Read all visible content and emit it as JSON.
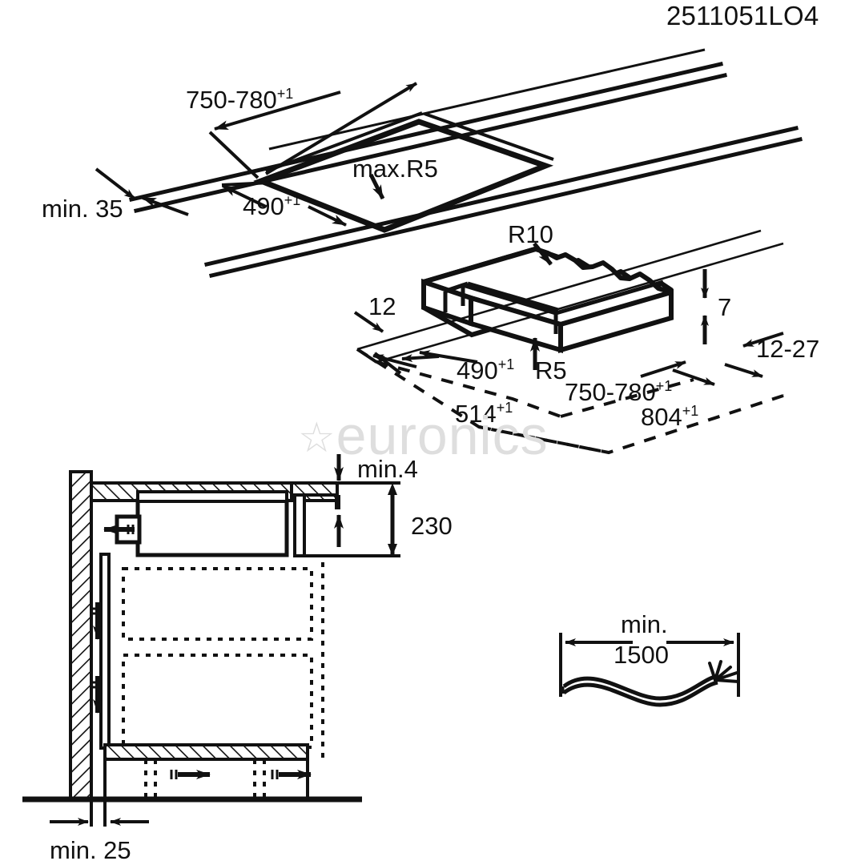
{
  "document": {
    "code": "2511051LO4",
    "watermark": "euronics",
    "watermark_icon": "star-icon",
    "type": "installation-dimension-drawing",
    "units": "mm",
    "line_color": "#111111",
    "background_color": "#ffffff",
    "watermark_color": "#dedede"
  },
  "views": {
    "worktop_cutout": {
      "name": "worktop-cutout-isometric-view",
      "labels": {
        "width": "750-780",
        "width_tol": "+1",
        "depth": "490",
        "depth_tol": "+1",
        "corner_radius": "max.R5",
        "front_edge": "min. 35"
      }
    },
    "hob_body": {
      "name": "hob-body-isometric-view",
      "labels": {
        "lip_radius": "R10",
        "lip_thickness": "12",
        "lip_height": "7",
        "worktop_thickness": "12-27",
        "inner_depth": "490",
        "inner_depth_tol": "+1",
        "inner_radius": "R5",
        "inner_width": "750-780",
        "inner_width_tol": "+1",
        "outer_depth": "514",
        "outer_depth_tol": "+1",
        "outer_width": "804",
        "outer_width_tol": "+1"
      }
    },
    "cross_section": {
      "name": "cabinet-cross-section-view",
      "labels": {
        "top_gap": "min.4",
        "unit_height": "230",
        "wall_gap": "min. 25"
      }
    },
    "cable": {
      "name": "mains-cable-length-view",
      "labels": {
        "prefix": "min.",
        "length": "1500"
      }
    }
  }
}
